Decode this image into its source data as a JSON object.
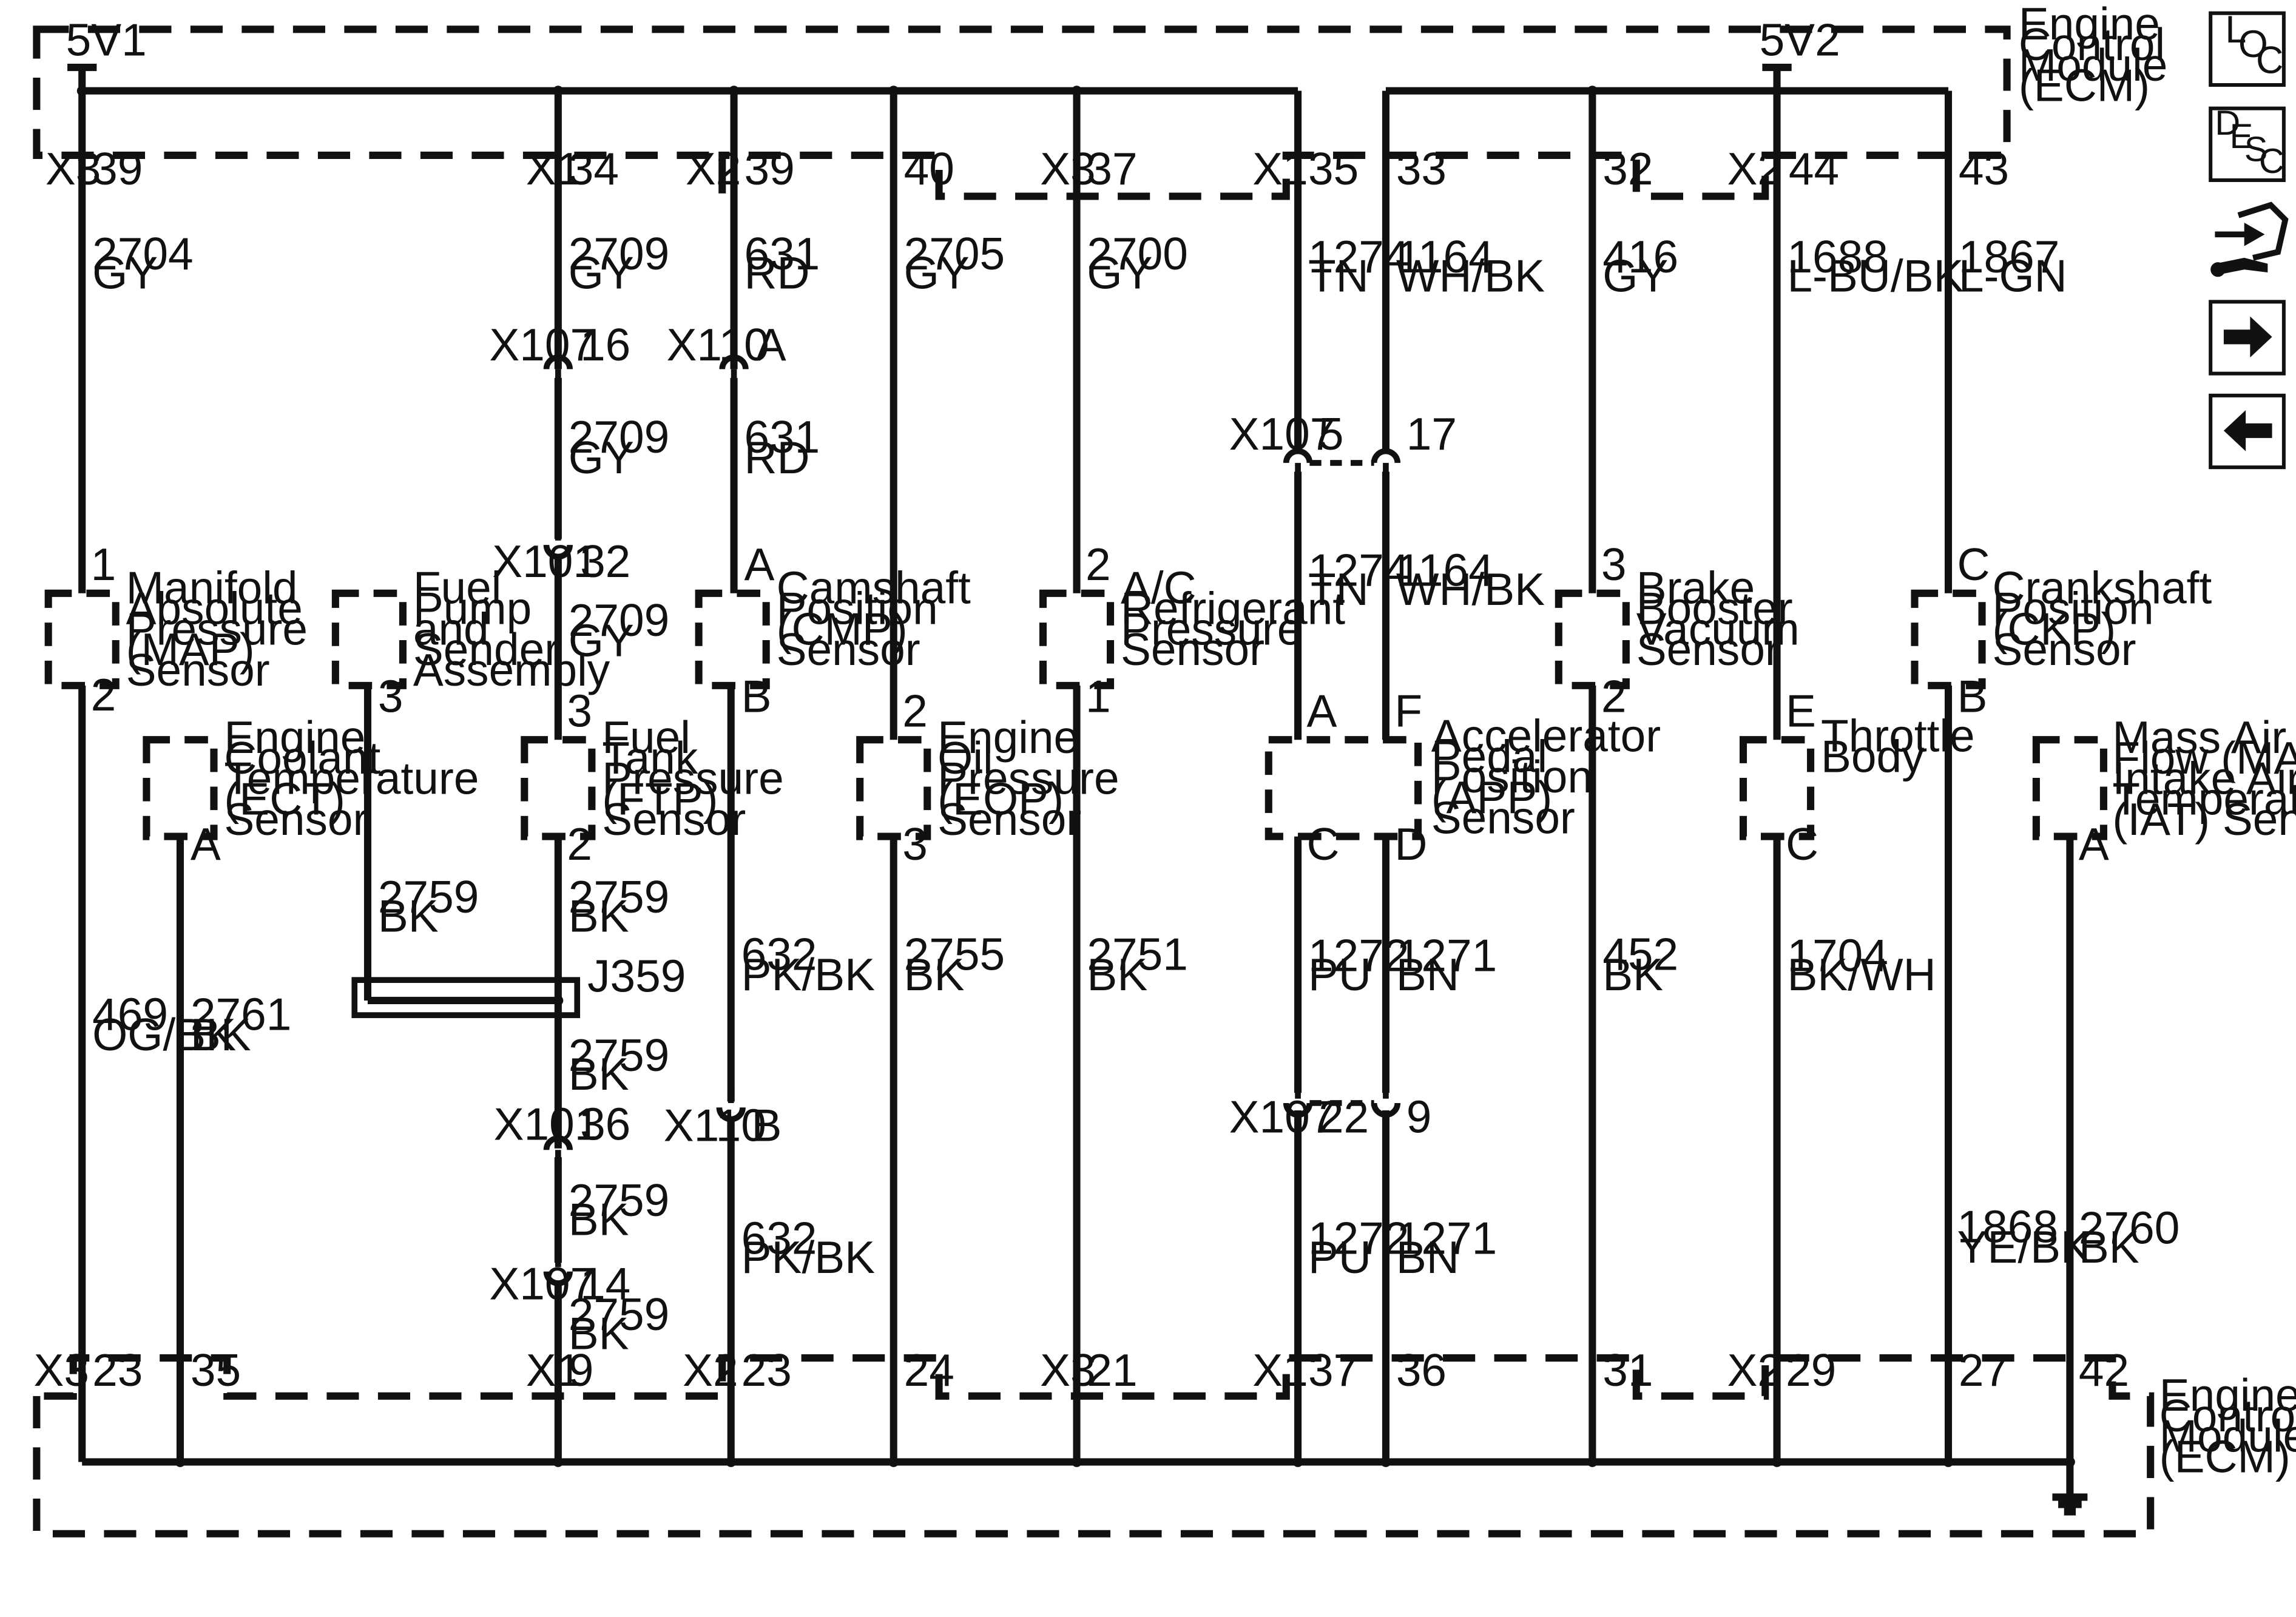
{
  "ecm_top_label": [
    "Engine",
    "Control",
    "Module",
    "(ECM)"
  ],
  "ecm_bottom_label": [
    "Engine",
    "Control",
    "Module",
    "(ECM)"
  ],
  "supply_labels": [
    "5V1",
    "5V2"
  ],
  "top_pins": [
    "X3",
    "39",
    "X1",
    "34",
    "X2",
    "39",
    "40",
    "X3",
    "37",
    "X1",
    "35",
    "33",
    "32",
    "X2",
    "44",
    "43"
  ],
  "bottom_pins": [
    "X3",
    "23",
    "35",
    "X1",
    "9",
    "X2",
    "23",
    "24",
    "X3",
    "21",
    "X1",
    "37",
    "36",
    "31",
    "X2",
    "29",
    "27",
    "42"
  ],
  "wire_labels": [
    [
      "2704",
      "GY"
    ],
    [
      "2709",
      "GY"
    ],
    [
      "631",
      "RD"
    ],
    [
      "2705",
      "GY"
    ],
    [
      "2700",
      "GY"
    ],
    [
      "1274",
      "TN"
    ],
    [
      "1164",
      "WH/BK"
    ],
    [
      "416",
      "GY"
    ],
    [
      "1688",
      "L-BU/BK"
    ],
    [
      "1867",
      "L-GN"
    ],
    [
      "2709",
      "GY"
    ],
    [
      "631",
      "RD"
    ],
    [
      "2709",
      "GY"
    ],
    [
      "1274",
      "TN"
    ],
    [
      "1164",
      "WH/BK"
    ],
    [
      "2759",
      "BK"
    ],
    [
      "2759",
      "BK"
    ],
    [
      "2759",
      "BK"
    ],
    [
      "2759",
      "BK"
    ],
    [
      "2759",
      "BK"
    ],
    [
      "632",
      "PK/BK"
    ],
    [
      "2755",
      "BK"
    ],
    [
      "2751",
      "BK"
    ],
    [
      "1272",
      "PU"
    ],
    [
      "1271",
      "BN"
    ],
    [
      "452",
      "BK"
    ],
    [
      "1704",
      "BK/WH"
    ],
    [
      "469",
      "OG/BK"
    ],
    [
      "2761",
      "BK"
    ],
    [
      "632",
      "PK/BK"
    ],
    [
      "1272",
      "PU"
    ],
    [
      "1271",
      "BN"
    ],
    [
      "1868",
      "YE/BK"
    ],
    [
      "2760",
      "BK"
    ]
  ],
  "inline_connectors": [
    "X107",
    "16",
    "X110",
    "A",
    "X101",
    "32",
    "X107",
    "5",
    "17",
    "J359",
    "X110",
    "B",
    "X101",
    "36",
    "X107",
    "22",
    "9",
    "X107",
    "14"
  ],
  "components": [
    {
      "name": [
        "Manifold",
        "Absolute",
        "Pressure",
        "(MAP)",
        "Sensor"
      ],
      "pins": [
        "1",
        "2"
      ]
    },
    {
      "name": [
        "Fuel",
        "Pump",
        "and",
        "Sender",
        "Assembly"
      ],
      "pins": [
        "3"
      ]
    },
    {
      "name": [
        "Camshaft",
        "Position",
        "(CMP)",
        "Sensor"
      ],
      "pins": [
        "A",
        "B"
      ]
    },
    {
      "name": [
        "A/C",
        "Refrigerant",
        "Pressure",
        "Sensor"
      ],
      "pins": [
        "2",
        "1"
      ]
    },
    {
      "name": [
        "Brake",
        "Booster",
        "Vacuum",
        "Sensor"
      ],
      "pins": [
        "3",
        "2"
      ]
    },
    {
      "name": [
        "Crankshaft",
        "Position",
        "(CKP)",
        "Sensor"
      ],
      "pins": [
        "C",
        "B"
      ]
    },
    {
      "name": [
        "Engine",
        "Coolant",
        "Temperature",
        "(ECT)",
        "Sensor"
      ],
      "pins": [
        "A"
      ]
    },
    {
      "name": [
        "Fuel",
        "Tank",
        "Pressure",
        "(FTP)",
        "Sensor"
      ],
      "pins": [
        "3",
        "2"
      ]
    },
    {
      "name": [
        "Engine",
        "Oil",
        "Pressure",
        "(EOP)",
        "Sensor"
      ],
      "pins": [
        "2",
        "3"
      ]
    },
    {
      "name": [
        "Accelerator",
        "Pedal",
        "Position",
        "(APP)",
        "Sensor"
      ],
      "pins": [
        "A",
        "F",
        "C",
        "D"
      ]
    },
    {
      "name": [
        "Throttle",
        "Body"
      ],
      "pins": [
        "E",
        "C"
      ]
    },
    {
      "name": [
        "Mass Air",
        "Flow (MAF)/",
        "Intake Air",
        "Temperature",
        "(IAT) Sensor"
      ],
      "pins": [
        "A"
      ]
    }
  ],
  "nav_icons": [
    {
      "icon": "loc-icon",
      "glyphs": [
        "L",
        "O",
        "C"
      ]
    },
    {
      "icon": "desc-icon",
      "glyphs": [
        "D",
        "E",
        "S",
        "C"
      ]
    },
    {
      "icon": "connector-tool-icon"
    },
    {
      "icon": "arrow-right-icon"
    },
    {
      "icon": "arrow-left-icon"
    }
  ]
}
